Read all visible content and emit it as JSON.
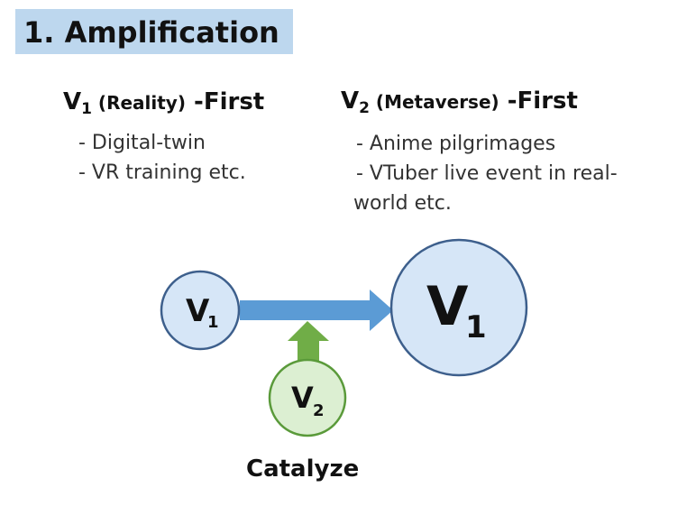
{
  "title": "1. Amplification",
  "left_column": {
    "heading_v": "V",
    "heading_sub": "1",
    "heading_paren": " (Reality)",
    "heading_suffix": " -First",
    "bullets": [
      "- Digital-twin",
      "- VR training etc."
    ]
  },
  "right_column": {
    "heading_v": "V",
    "heading_sub": "2",
    "heading_paren": " (Metaverse)",
    "heading_suffix": " -First",
    "bullets": [
      "- Anime pilgrimages",
      "- VTuber live event in real-",
      "world etc."
    ]
  },
  "diagram": {
    "source_node": {
      "letter": "V",
      "sub": "1"
    },
    "target_node": {
      "letter": "V",
      "sub": "1"
    },
    "catalyst_node": {
      "letter": "V",
      "sub": "2"
    },
    "catalyst_label": "Catalyze",
    "colors": {
      "blue_fill": "#d6e6f7",
      "blue_stroke": "#3d5f8c",
      "arrow_blue": "#5b9bd5",
      "green_fill": "#dcefd2",
      "green_stroke": "#5a9a3a",
      "arrow_green": "#70ad47",
      "title_bg": "#bdd7ee"
    }
  }
}
